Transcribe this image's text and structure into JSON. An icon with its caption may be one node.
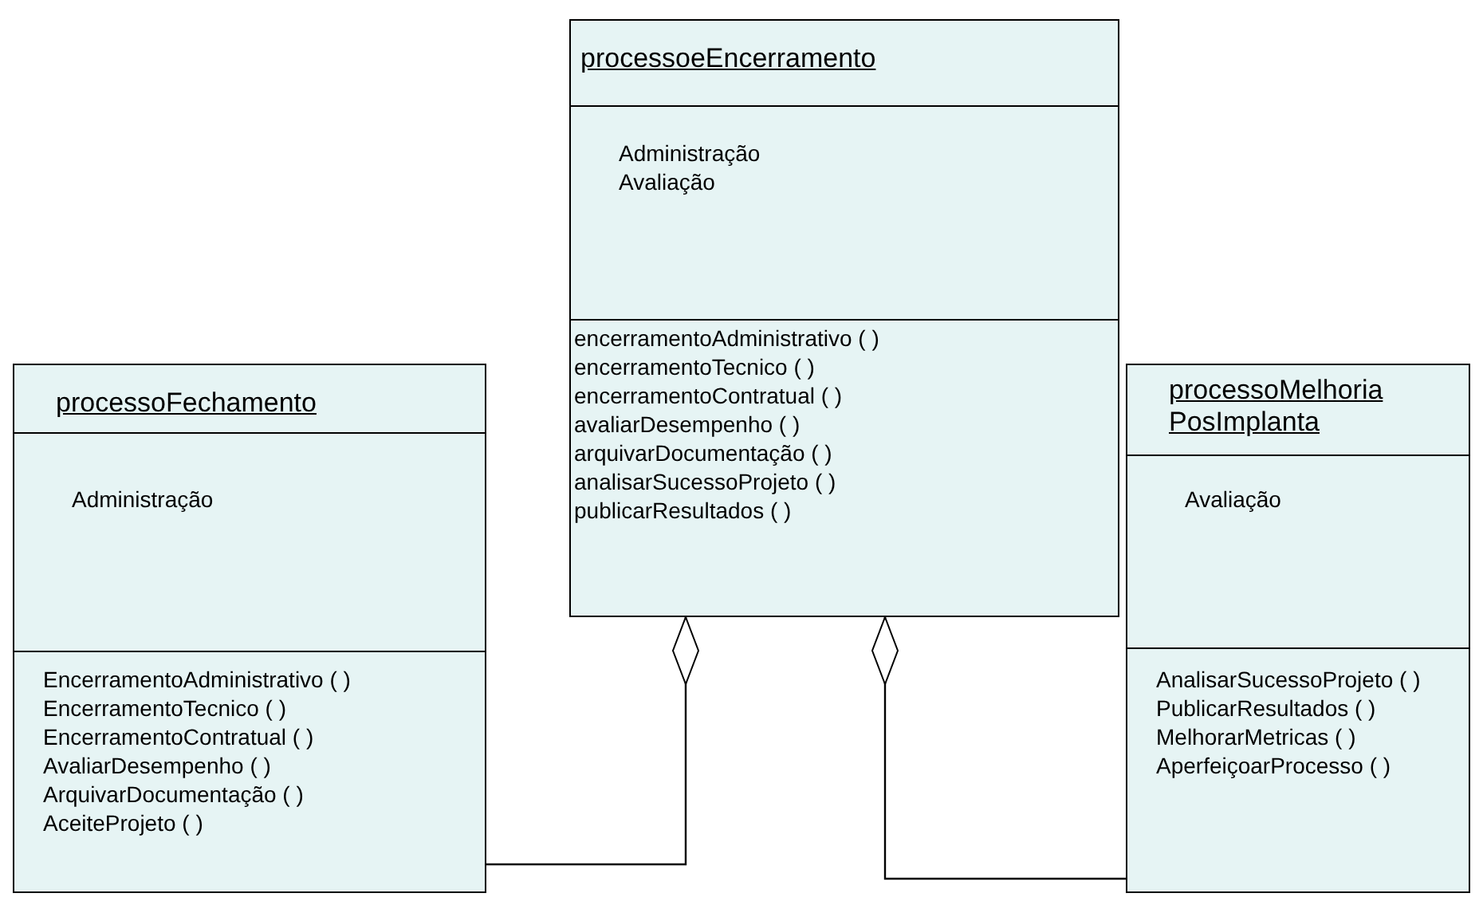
{
  "diagram": {
    "nodes": [
      {
        "text": [
          "processoeEncerramento"
        ]
      },
      {
        "text": [
          "Administração",
          "Avaliação"
        ],
        "in": 0
      },
      {
        "text": [
          "encerramentoAdministrativo ( )",
          "encerramentoTecnico ( )",
          "encerramentoContratual ( )",
          "avaliarDesempenho ( )",
          "arquivarDocumentação ( )",
          "analisarSucessoProjeto ( )",
          "publicarResultados ( )"
        ],
        "in": 0
      },
      {
        "text": [
          "processoFechamento"
        ]
      },
      {
        "text": [
          "Administração"
        ],
        "in": 3
      },
      {
        "text": [
          "EncerramentoAdministrativo ( )",
          "EncerramentoTecnico ( )",
          "EncerramentoContratual ( )",
          "AvaliarDesempenho ( )",
          "ArquivarDocumentação ( )",
          "AceiteProjeto ( )"
        ],
        "in": 3
      },
      {
        "text": [
          "processoMelhoria PosImplanta"
        ]
      },
      {
        "text": [
          "Avaliação"
        ],
        "in": 6
      },
      {
        "text": [
          "AnalisarSucessoProjeto ( )",
          "PublicarResultados ( )",
          "MelhorarMetricas ( )",
          "AperfeiçoarProcesso ( )"
        ],
        "in": 6
      }
    ],
    "edges": [
      {
        "from": 3,
        "to": 0,
        "arrow": "other"
      },
      {
        "from": 6,
        "to": 0,
        "arrow": "other"
      }
    ]
  }
}
